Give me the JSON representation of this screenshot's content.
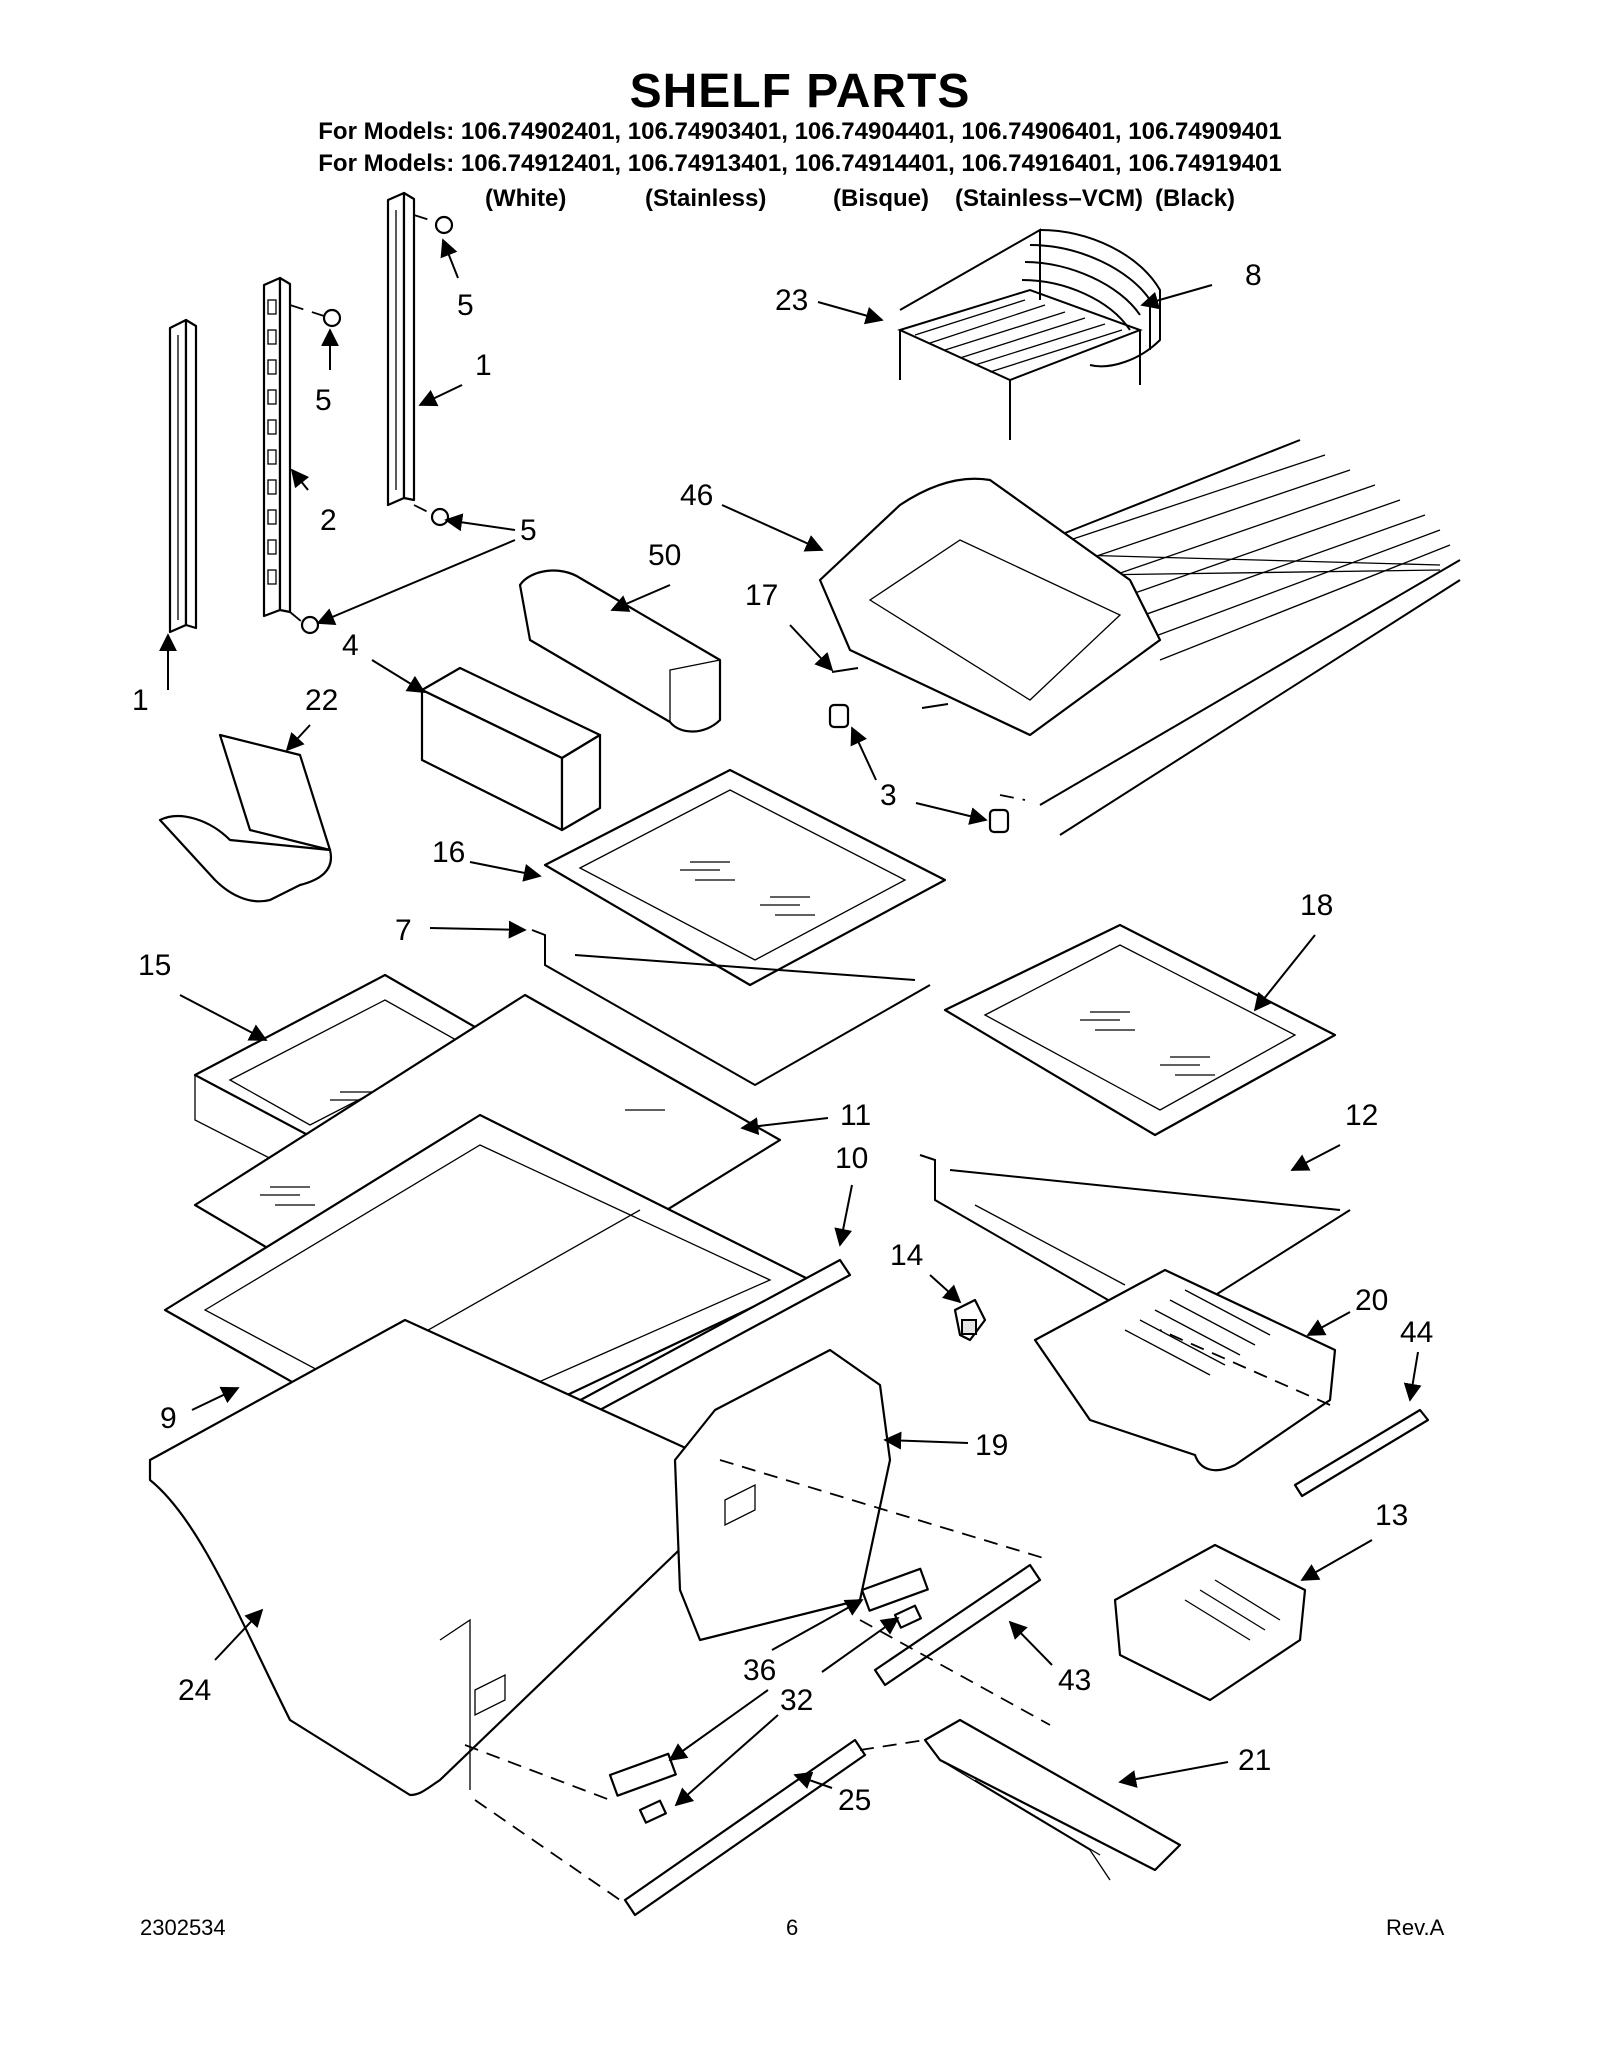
{
  "title": "SHELF PARTS",
  "models_line1": "For Models: 106.74902401, 106.74903401, 106.74904401, 106.74906401, 106.74909401",
  "models_line2": "For Models: 106.74912401, 106.74913401, 106.74914401, 106.74916401, 106.74919401",
  "finishes": [
    "(White)",
    "(Stainless)",
    "(Bisque)",
    "(Stainless–VCM)",
    "(Black)"
  ],
  "callouts": [
    "5",
    "8",
    "23",
    "5",
    "1",
    "5",
    "2",
    "5",
    "46",
    "50",
    "17",
    "4",
    "1",
    "22",
    "3",
    "16",
    "18",
    "7",
    "15",
    "11",
    "12",
    "10",
    "14",
    "20",
    "44",
    "9",
    "19",
    "13",
    "24",
    "36",
    "32",
    "43",
    "21",
    "25"
  ],
  "footer": {
    "doc_number": "2302534",
    "page": "6",
    "revision": "Rev.A"
  }
}
